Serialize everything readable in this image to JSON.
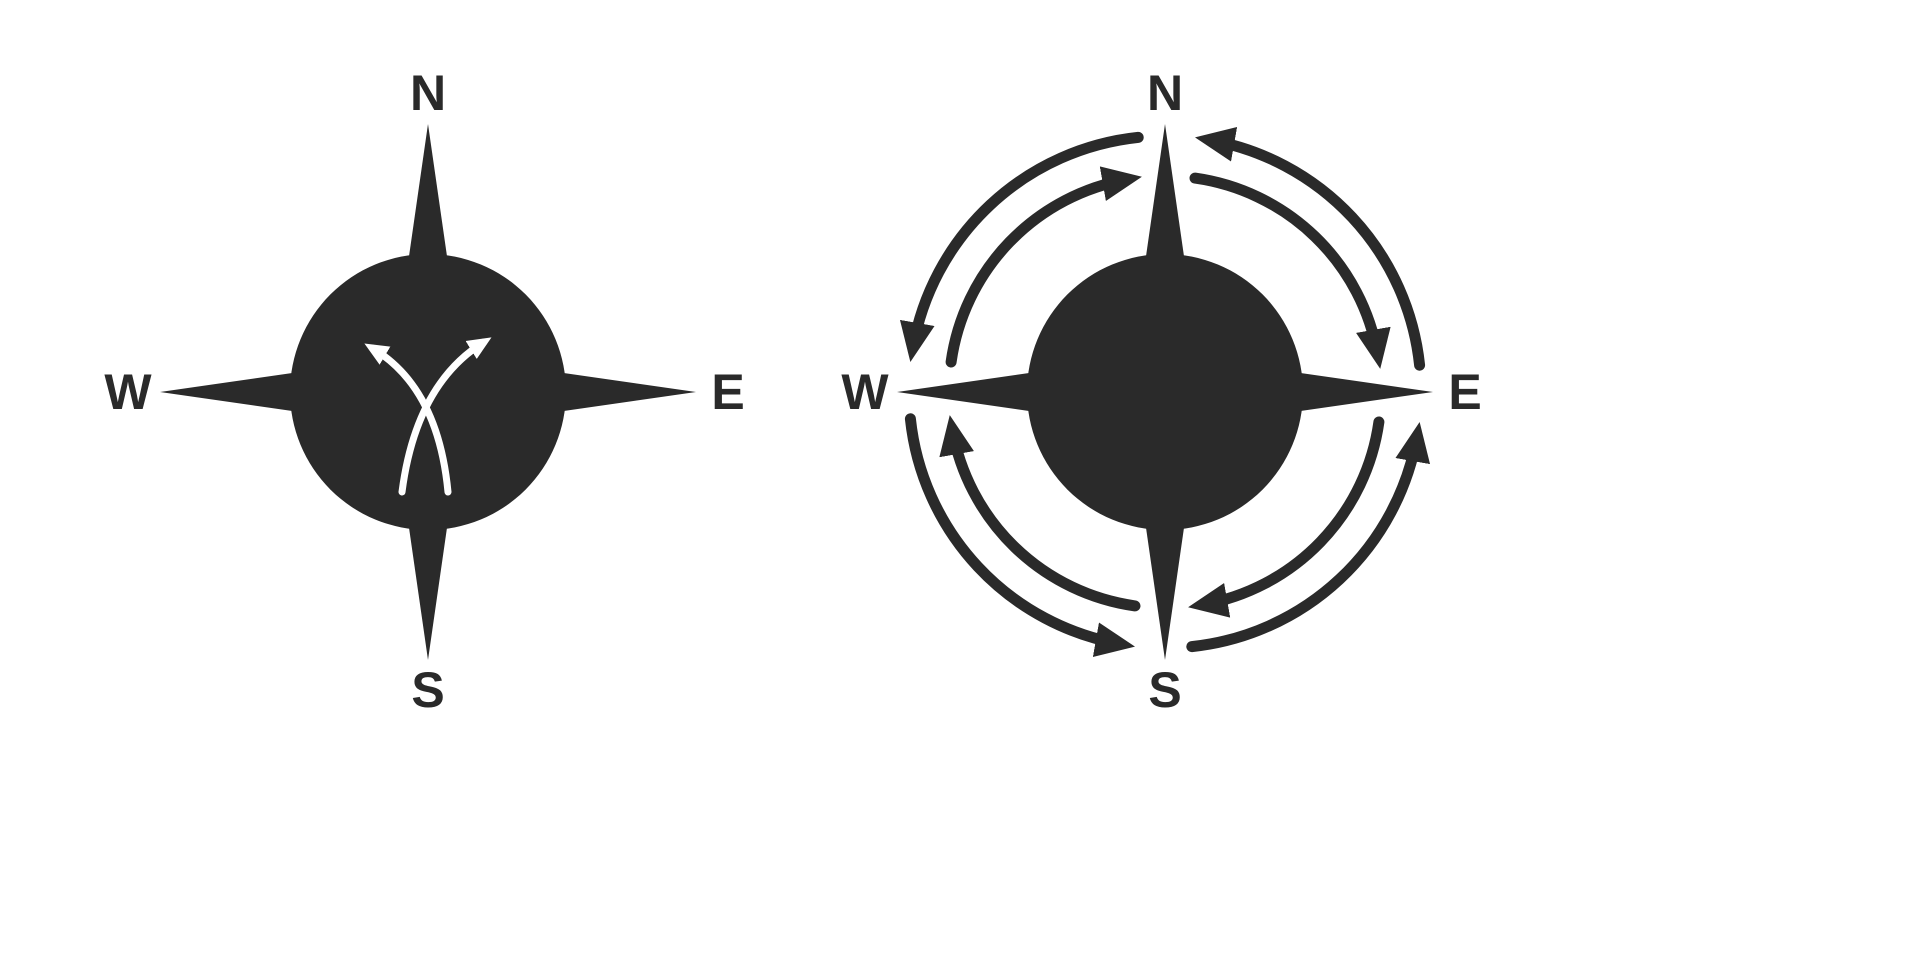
{
  "page": {
    "description": "Two compass rose icons on white background"
  },
  "colors": {
    "compass_dark": "#2a2a2a",
    "arrow_light": "#ffffff",
    "page_background": "#ffffff"
  },
  "compasses": {
    "left": {
      "icon_name": "compass-crossed-arrows-icon",
      "labels": {
        "north": "N",
        "east": "E",
        "south": "S",
        "west": "W"
      }
    },
    "right": {
      "icon_name": "compass-rotation-arrows-icon",
      "labels": {
        "north": "N",
        "east": "E",
        "south": "S",
        "west": "W"
      }
    }
  }
}
